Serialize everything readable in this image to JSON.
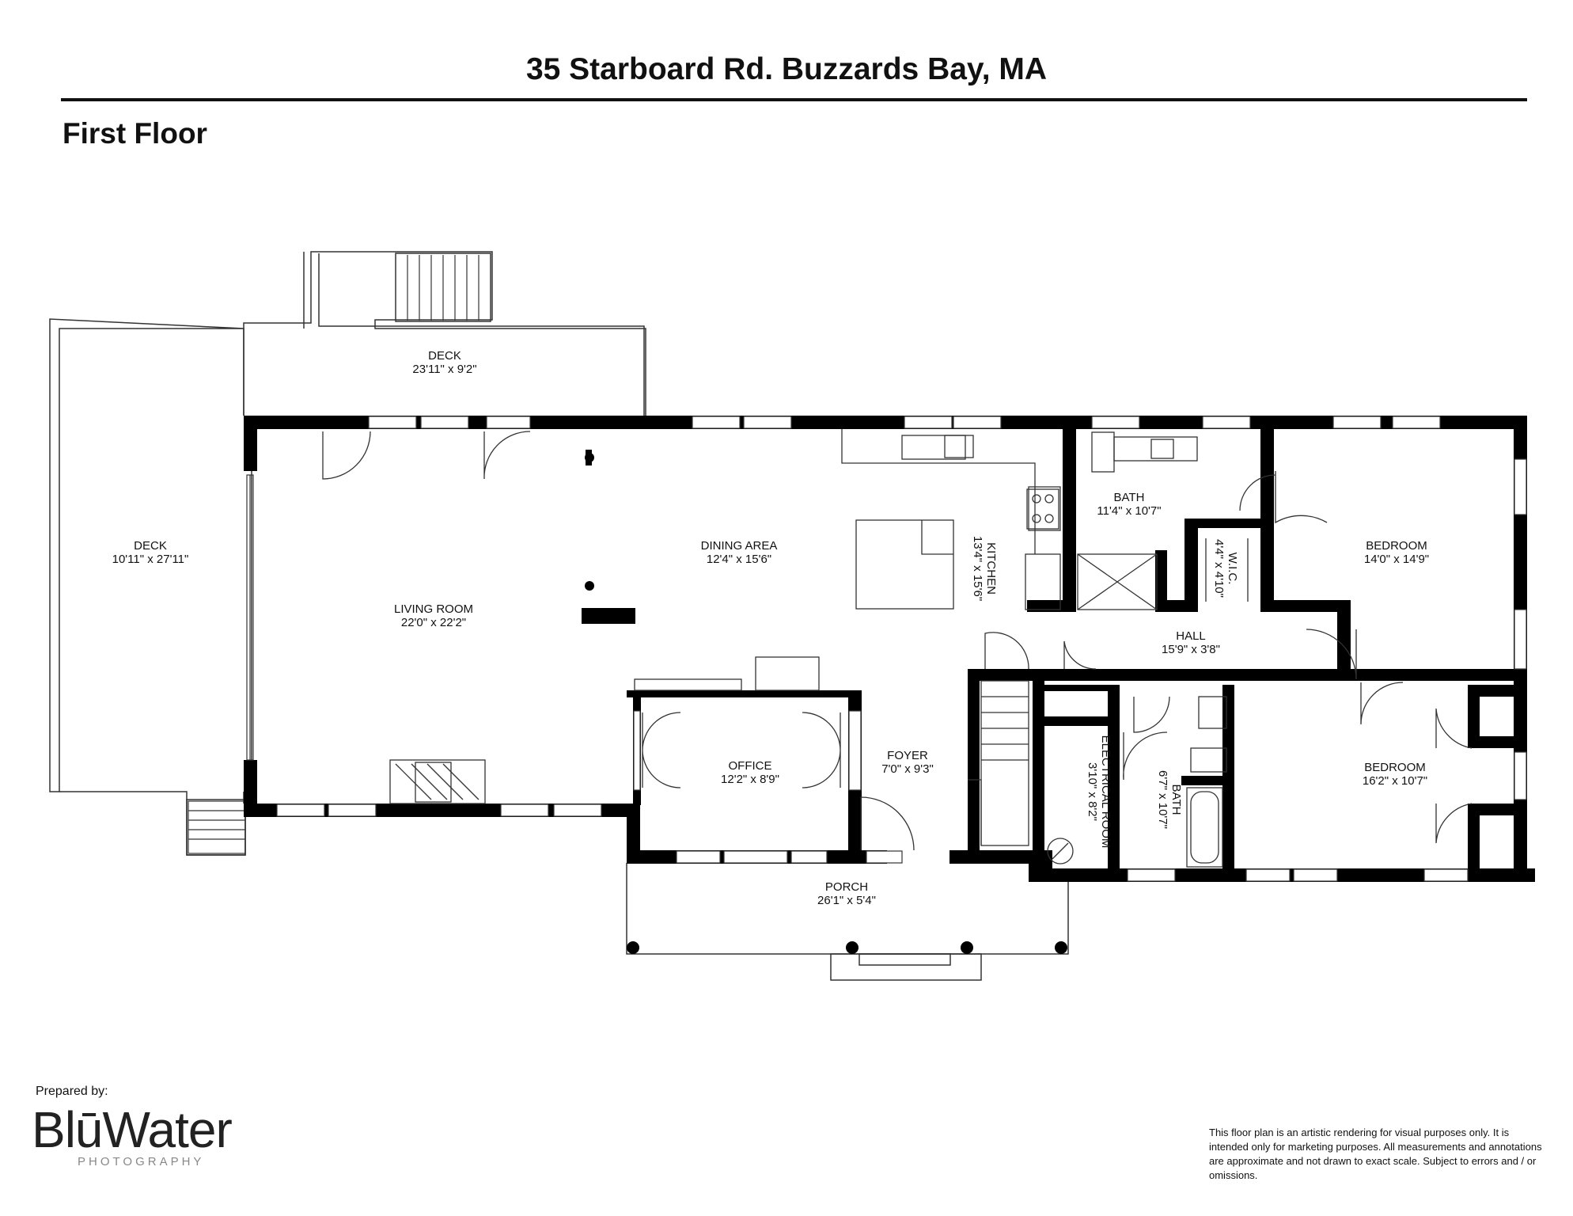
{
  "header": {
    "title": "35 Starboard Rd. Buzzards Bay, MA",
    "floor_name": "First Floor"
  },
  "rooms": {
    "deck_top": {
      "name": "DECK",
      "size": "23'11\" x 9'2\""
    },
    "deck_left": {
      "name": "DECK",
      "size": "10'11\" x 27'11\""
    },
    "living_room": {
      "name": "LIVING ROOM",
      "size": "22'0\" x 22'2\""
    },
    "dining_area": {
      "name": "DINING AREA",
      "size": "12'4\" x 15'6\""
    },
    "kitchen": {
      "name": "KITCHEN",
      "size": "13'4\" x 15'6\""
    },
    "bath_upper": {
      "name": "BATH",
      "size": "11'4\" x 10'7\""
    },
    "wic": {
      "name": "W.I.C.",
      "size": "4'4\" x 4'10\""
    },
    "bedroom_upper": {
      "name": "BEDROOM",
      "size": "14'0\" x 14'9\""
    },
    "hall": {
      "name": "HALL",
      "size": "15'9\" x 3'8\""
    },
    "office": {
      "name": "OFFICE",
      "size": "12'2\" x 8'9\""
    },
    "foyer": {
      "name": "FOYER",
      "size": "7'0\" x 9'3\""
    },
    "electrical_room": {
      "name": "ELECTRICAL ROOM",
      "size": "3'10\" x 8'2\""
    },
    "bath_lower": {
      "name": "BATH",
      "size": "6'7\" x 10'7\""
    },
    "bedroom_lower": {
      "name": "BEDROOM",
      "size": "16'2\" x 10'7\""
    },
    "porch": {
      "name": "PORCH",
      "size": "26'1\" x 5'4\""
    }
  },
  "footer": {
    "prepared_by": "Prepared by:",
    "logo_text": "BlūWater",
    "logo_subtitle": "PHOTOGRAPHY",
    "disclaimer": "This floor plan is an artistic rendering for visual purposes only. It is intended only for marketing purposes. All measurements and annotations are approximate and not drawn to exact scale. Subject to errors and / or omissions."
  },
  "colors": {
    "wall": "#000000",
    "line": "#333333",
    "background": "#ffffff",
    "logo_accent": "#2a7fc0"
  }
}
